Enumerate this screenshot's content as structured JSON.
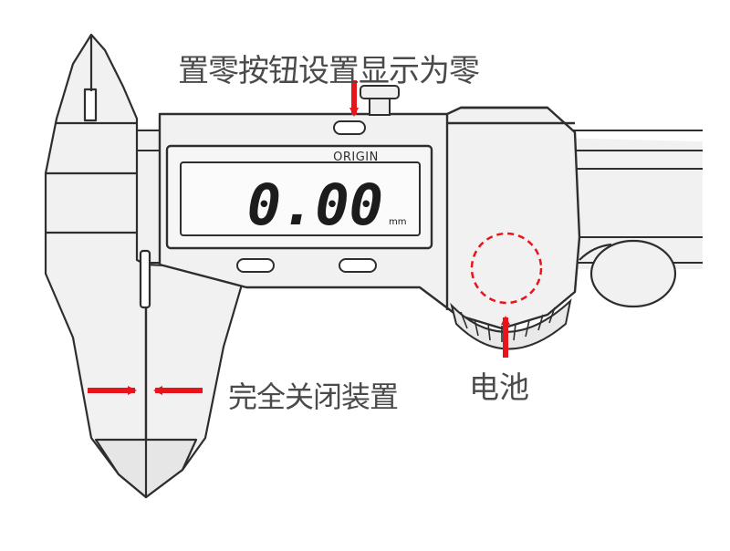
{
  "labels": {
    "zero_button": "置零按钮设置显示为零",
    "jaws_closed": "完全关闭装置",
    "battery": "电池"
  },
  "display": {
    "origin_label": "ORIGIN",
    "reading": "0.00",
    "unit": "mm"
  },
  "colors": {
    "line": "#2e2e2e",
    "body_fill": "#f1f1f1",
    "display_fill": "#f6f6f6",
    "callout": "#e8141c",
    "text": "#4a4a4a"
  },
  "icons": [
    "down-arrow-icon",
    "right-arrow-icon",
    "left-arrow-icon",
    "up-arrow-icon",
    "battery-circle-icon"
  ]
}
